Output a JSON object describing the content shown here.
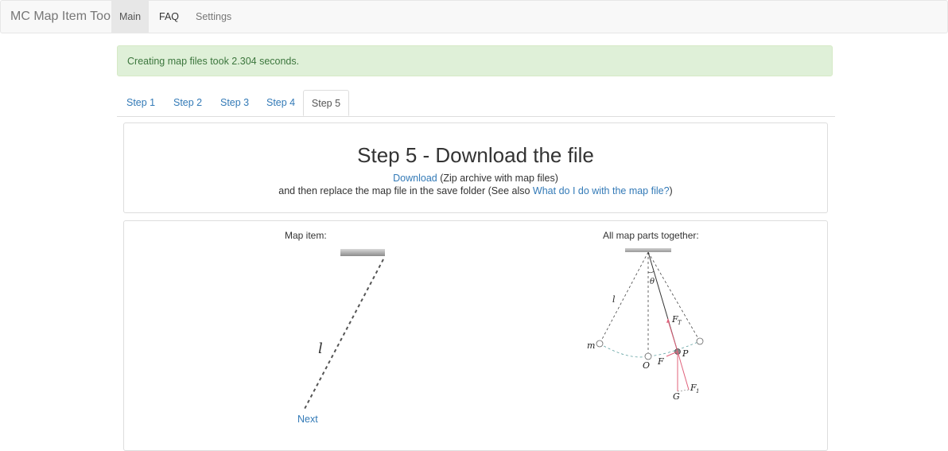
{
  "navbar": {
    "brand": "MC Map Item Tool",
    "items": [
      "Main",
      "FAQ",
      "Settings"
    ]
  },
  "alert": {
    "text": "Creating map files took 2.304 seconds."
  },
  "tabs": [
    "Step 1",
    "Step 2",
    "Step 3",
    "Step 4",
    "Step 5"
  ],
  "step": {
    "title": "Step 5 - Download the file",
    "download_link": "Download",
    "download_suffix": " (Zip archive with map files)",
    "line2_prefix": "and then replace the map file in the save folder (See also ",
    "faq_link": "What do I do with the map file?",
    "line2_suffix": ")"
  },
  "figures": {
    "map_item_label": "Map item:",
    "all_parts_label": "All map parts together:",
    "diagram_labels": {
      "l": "l",
      "theta": "θ",
      "FT": "F",
      "FT_sub": "T",
      "m": "m",
      "O": "O",
      "F": "F",
      "P": "P",
      "G": "G",
      "F1": "F",
      "F1_sub": "1"
    }
  },
  "next_link": "Next"
}
